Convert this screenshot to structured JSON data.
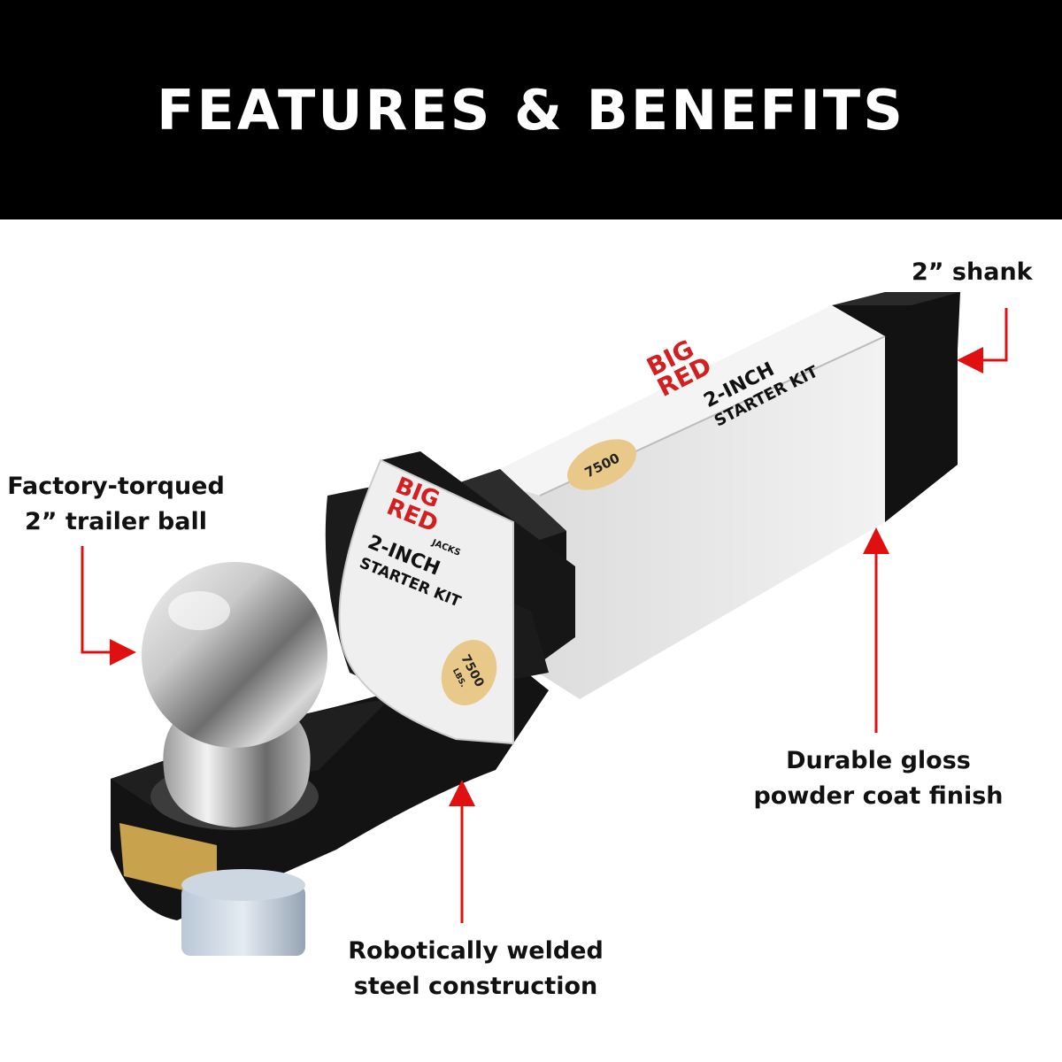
{
  "banner": {
    "title": "FEATURES & BENEFITS"
  },
  "callouts": {
    "shank": {
      "line1": "2” shank"
    },
    "ball": {
      "line1": "Factory-torqued",
      "line2": "2” trailer ball"
    },
    "finish": {
      "line1": "Durable gloss",
      "line2": "powder coat finish"
    },
    "weld": {
      "line1": "Robotically welded",
      "line2": "steel construction"
    }
  },
  "product_label": {
    "brand_line1": "BIG",
    "brand_line2": "RED",
    "brand_suffix": "JACKS",
    "size": "2-INCH",
    "kit": "STARTER KIT",
    "capacity": "7500",
    "capacity_unit": "LBS."
  },
  "colors": {
    "banner": "#000000",
    "arrow": "#e01010",
    "steel_black": "#151515",
    "label_gray": "#e8e8e8",
    "badge_gold": "#e9c98a",
    "brand_red": "#d21f1f"
  }
}
